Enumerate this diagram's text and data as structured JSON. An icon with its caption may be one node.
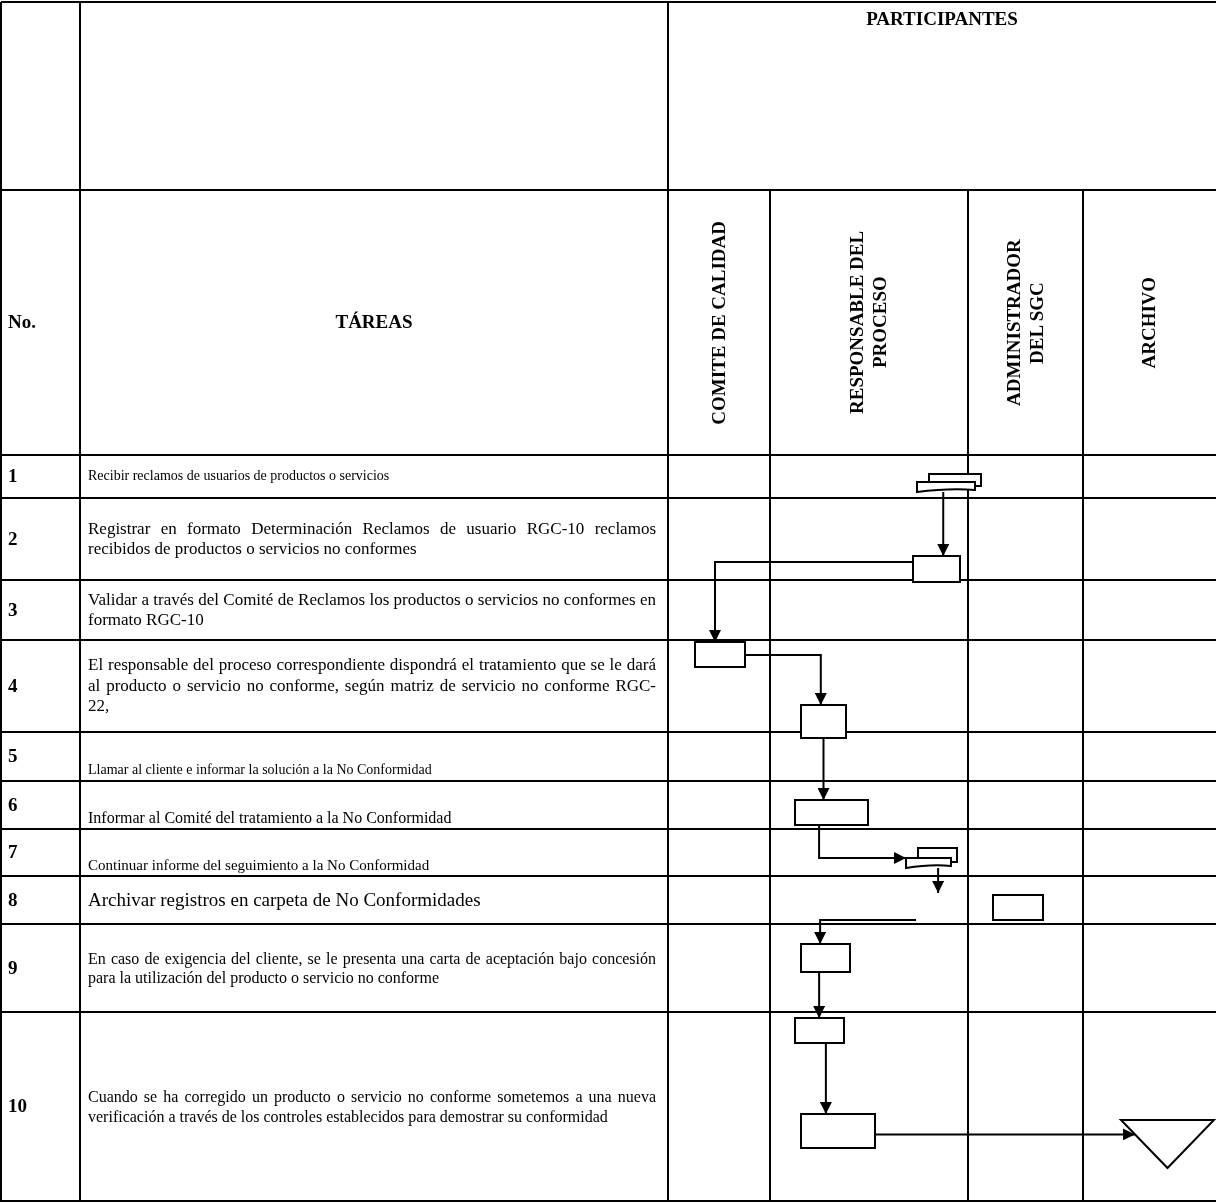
{
  "diagram": {
    "nodes": [
      {
        "text": [],
        "shape": "document"
      },
      {
        "text": [],
        "shape": "box"
      },
      {
        "text": [],
        "shape": "box"
      },
      {
        "text": [],
        "shape": "box"
      },
      {
        "text": [],
        "shape": "box"
      },
      {
        "text": [],
        "shape": "document"
      },
      {
        "text": [],
        "shape": "box"
      },
      {
        "text": [],
        "shape": "box"
      },
      {
        "text": [],
        "shape": "box"
      },
      {
        "text": [],
        "shape": "box"
      },
      {
        "text": [],
        "shape": "triangle"
      }
    ],
    "edges": [
      {
        "from": 0,
        "to": 1,
        "arrow": "to"
      },
      {
        "from": 1,
        "to": 2,
        "arrow": "to"
      },
      {
        "from": 2,
        "to": 3,
        "arrow": "to"
      },
      {
        "from": 3,
        "to": 4,
        "arrow": "to"
      },
      {
        "from": 4,
        "to": 5,
        "arrow": "to"
      },
      {
        "from": 5,
        "to": null,
        "arrow": "to"
      },
      {
        "from": null,
        "to": 7,
        "arrow": "to"
      },
      {
        "from": 7,
        "to": 8,
        "arrow": "to"
      },
      {
        "from": 8,
        "to": 9,
        "arrow": "to"
      },
      {
        "from": 9,
        "to": 10,
        "arrow": "to"
      }
    ],
    "labels": [
      "PARTICIPANTES",
      "No.",
      "TÁREAS",
      "COMITE DE CALIDAD",
      "RESPONSABLE DEL PROCESO",
      "ADMINISTRADOR DEL SGC",
      "ARCHIVO",
      "1",
      "Recibir reclamos de usuarios de productos o servicios",
      "2",
      "Registrar en formato Determinación Reclamos de usuario RGC-10 reclamos recibidos de productos o servicios no conformes",
      "3",
      "Validar a través del Comité de Reclamos los productos o servicios no conformes en formato RGC-10",
      "4",
      "El responsable del proceso correspondiente dispondrá el tratamiento que se le dará al producto o servicio no conforme, según matriz de servicio no conforme RGC-22,",
      "5",
      "Llamar al cliente e informar la solución a la No Conformidad",
      "6",
      "Informar al Comité del tratamiento a la No Conformidad",
      "7",
      "Continuar informe del seguimiento a la No Conformidad",
      "8",
      "Archivar registros en carpeta de No Conformidades",
      "9",
      "En caso de exigencia del cliente, se le presenta una carta de aceptación bajo concesión para la utilización del producto o servicio no conforme",
      "10",
      "Cuando se ha corregido un producto o servicio no conforme sometemos a una nueva verificación a través de los controles establecidos para demostrar su conformidad"
    ]
  }
}
